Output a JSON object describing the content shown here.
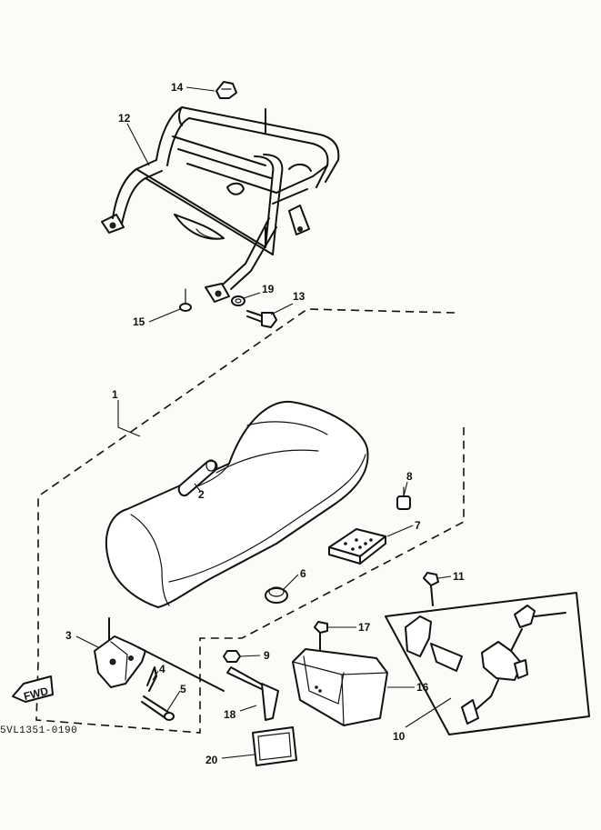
{
  "diagram_code": "5VL1351-0190",
  "fwd_label": "FWD",
  "parts": [
    {
      "no": "1"
    },
    {
      "no": "2"
    },
    {
      "no": "3"
    },
    {
      "no": "4"
    },
    {
      "no": "5"
    },
    {
      "no": "6"
    },
    {
      "no": "7"
    },
    {
      "no": "8"
    },
    {
      "no": "9"
    },
    {
      "no": "10"
    },
    {
      "no": "11"
    },
    {
      "no": "12"
    },
    {
      "no": "13"
    },
    {
      "no": "14"
    },
    {
      "no": "15"
    },
    {
      "no": "16"
    },
    {
      "no": "17"
    },
    {
      "no": "18"
    },
    {
      "no": "19"
    },
    {
      "no": "20"
    }
  ]
}
